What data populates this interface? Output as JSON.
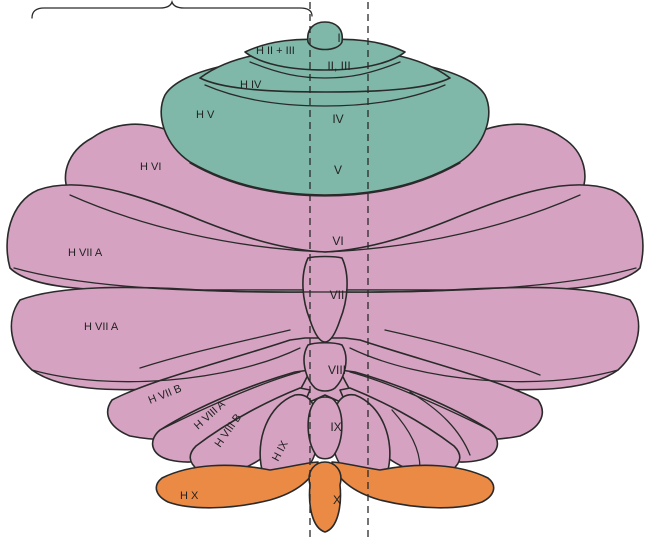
{
  "colors": {
    "anterior_lobe": "#7fb8a8",
    "posterior_lobe": "#d5a3c1",
    "flocculonodular_lobe": "#eb8a45",
    "outline": "#2a2a2a",
    "background": "#ffffff"
  },
  "vermis_labels": {
    "I": "I",
    "II_III": "II, III",
    "IV": "IV",
    "V": "V",
    "VI": "VI",
    "VII": "VII",
    "VIII": "VIII",
    "IX": "IX",
    "X": "X"
  },
  "hemisphere_labels": {
    "H_II_III": "H II + III",
    "H_IV": "H IV",
    "H_V": "H V",
    "H_VI": "H VI",
    "H_VIIA_upper": "H VII A",
    "H_VIIA_lower": "H VII A",
    "H_VIIB": "H VII B",
    "H_VIIIA": "H VIII A",
    "H_VIIIB": "H VIII B",
    "H_IX": "H IX",
    "H_X": "H X"
  }
}
